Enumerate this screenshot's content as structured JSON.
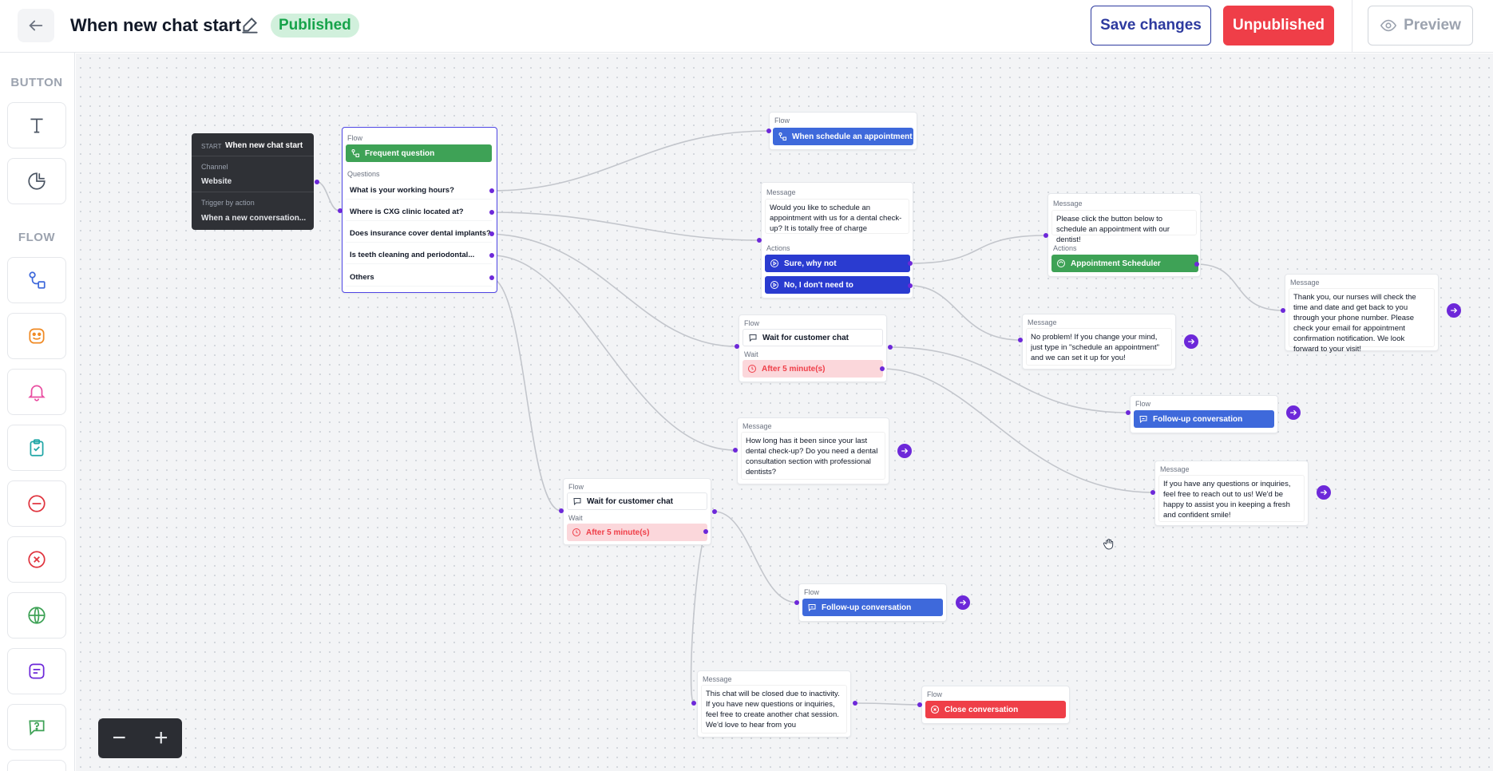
{
  "header": {
    "title": "When new chat start",
    "status": "Published",
    "save_label": "Save changes",
    "unpublish_label": "Unpublished",
    "preview_label": "Preview"
  },
  "sidebar": {
    "button_section": "BUTTON",
    "flow_section": "FLOW",
    "button_tools": [
      "text-icon",
      "image-icon"
    ],
    "flow_tools": [
      "flow-icon",
      "bot-icon",
      "bell-icon",
      "clipboard-icon",
      "minus-circle-icon",
      "close-circle-icon",
      "globe-icon",
      "id-card-icon",
      "help-chat-icon"
    ]
  },
  "canvas": {
    "start": {
      "tag": "START",
      "title": "When new chat start",
      "channel_label": "Channel",
      "channel": "Website",
      "trigger_label": "Trigger by action",
      "trigger": "When a new conversation..."
    },
    "faq": {
      "label": "Flow",
      "title": "Frequent question",
      "questions_label": "Questions",
      "questions": [
        "What is your working hours?",
        "Where is CXG clinic located at?",
        "Does insurance cover dental implants?",
        "Is teeth cleaning and periodontal...",
        "Others"
      ]
    },
    "schedule_flow": {
      "label": "Flow",
      "title": "When schedule an appointment"
    },
    "schedule_msg": {
      "label": "Message",
      "text": "Would you like to schedule an appointment with us for a dental check-up? It is totally free of charge",
      "actions_label": "Actions",
      "action1": "Sure, why not",
      "action2": "No, I don't need to"
    },
    "click_msg": {
      "label": "Message",
      "text": "Please click the button below to schedule an appointment with our dentist!",
      "actions_label": "Actions",
      "action": "Appointment Scheduler"
    },
    "thanks_msg": {
      "label": "Message",
      "text": "Thank you, our nurses will check the time and date and get back to you through your phone number. Please check your email for appointment confirmation notification. We look forward to your visit!"
    },
    "noproblem_msg": {
      "label": "Message",
      "text": "No problem! If you change your mind, just type in \"schedule an appointment\" and we can set it up for you!"
    },
    "wait1": {
      "label": "Flow",
      "title": "Wait for customer chat",
      "wait_label": "Wait",
      "wait": "After 5 minute(s)"
    },
    "followup1": {
      "label": "Flow",
      "title": "Follow-up conversation"
    },
    "howlong_msg": {
      "label": "Message",
      "text": "How long has it been since your last dental check-up? Do you need a dental consultation section with professional dentists?"
    },
    "questions_msg": {
      "label": "Message",
      "text": "If you have any questions or inquiries, feel free to reach out to us! We'd be happy to assist you in keeping a fresh and confident smile!"
    },
    "wait2": {
      "label": "Flow",
      "title": "Wait for customer chat",
      "wait_label": "Wait",
      "wait": "After 5 minute(s)"
    },
    "followup2": {
      "label": "Flow",
      "title": "Follow-up conversation"
    },
    "closed_msg": {
      "label": "Message",
      "text": "This chat will be closed due to inactivity. If you have new questions or inquiries, feel free to create another chat session. We'd love to hear from you"
    },
    "close_flow": {
      "label": "Flow",
      "title": "Close conversation"
    }
  },
  "zoom": {
    "out": "−",
    "in": "+"
  },
  "colors": {
    "accent": "#6d28d9",
    "blue": "#3e69db",
    "green": "#3ea256",
    "red": "#ef3e48",
    "navy": "#2a3bd0"
  }
}
